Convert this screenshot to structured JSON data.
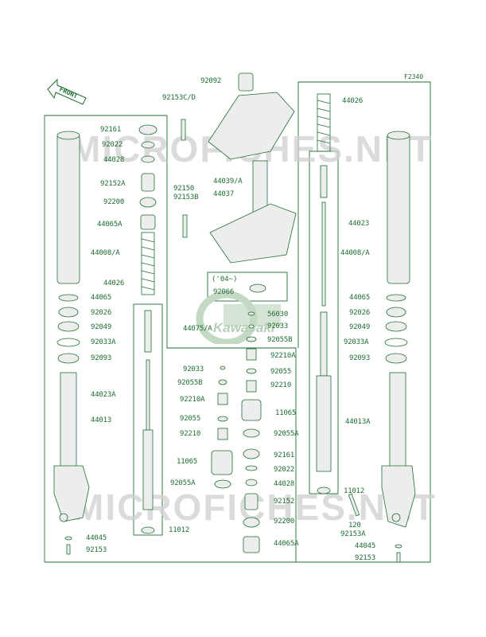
{
  "figure_id": "F2340",
  "front_arrow_label": "FRONT",
  "variant_label": "('04~)",
  "watermarks": [
    "MICROFICHES.NET",
    "MICROFICHES.NET"
  ],
  "logo_text": "Kawasaki",
  "colors": {
    "line": "#1f6e34",
    "frame": "#5a8a63",
    "part": "#e8e8e8"
  },
  "labels": [
    {
      "id": "l1",
      "text": "92092"
    },
    {
      "id": "l2",
      "text": "92153C/D"
    },
    {
      "id": "l3",
      "text": "44039/A"
    },
    {
      "id": "l4",
      "text": "44037"
    },
    {
      "id": "l5",
      "text": "92150"
    },
    {
      "id": "l6",
      "text": "92153B"
    },
    {
      "id": "l7",
      "text": "92066"
    },
    {
      "id": "l8",
      "text": "44026"
    },
    {
      "id": "l9",
      "text": "44023"
    },
    {
      "id": "l10",
      "text": "44008/A"
    },
    {
      "id": "l11",
      "text": "44065"
    },
    {
      "id": "l12",
      "text": "92026"
    },
    {
      "id": "l13",
      "text": "92049"
    },
    {
      "id": "l14",
      "text": "92033A"
    },
    {
      "id": "l15",
      "text": "92093"
    },
    {
      "id": "l16",
      "text": "44013A"
    },
    {
      "id": "l17",
      "text": "11012"
    },
    {
      "id": "l18",
      "text": "120"
    },
    {
      "id": "l19",
      "text": "92153A"
    },
    {
      "id": "l20",
      "text": "44045"
    },
    {
      "id": "l21",
      "text": "92153"
    },
    {
      "id": "l22",
      "text": "92161"
    },
    {
      "id": "l23",
      "text": "92022"
    },
    {
      "id": "l24",
      "text": "44028"
    },
    {
      "id": "l25",
      "text": "92152A"
    },
    {
      "id": "l26",
      "text": "92200"
    },
    {
      "id": "l27",
      "text": "44065A"
    },
    {
      "id": "l28",
      "text": "44008/A"
    },
    {
      "id": "l29",
      "text": "44026"
    },
    {
      "id": "l30",
      "text": "44065"
    },
    {
      "id": "l31",
      "text": "92026"
    },
    {
      "id": "l32",
      "text": "92049"
    },
    {
      "id": "l33",
      "text": "92033A"
    },
    {
      "id": "l34",
      "text": "92093"
    },
    {
      "id": "l35",
      "text": "44023A"
    },
    {
      "id": "l36",
      "text": "44013"
    },
    {
      "id": "l37",
      "text": "44045"
    },
    {
      "id": "l38",
      "text": "92153"
    },
    {
      "id": "l39",
      "text": "11012"
    },
    {
      "id": "l40",
      "text": "56030"
    },
    {
      "id": "l41",
      "text": "92033"
    },
    {
      "id": "l42",
      "text": "92055B"
    },
    {
      "id": "l43",
      "text": "44075/A"
    },
    {
      "id": "l44",
      "text": "92210A"
    },
    {
      "id": "l45",
      "text": "92055"
    },
    {
      "id": "l46",
      "text": "92210"
    },
    {
      "id": "l47",
      "text": "11065"
    },
    {
      "id": "l48",
      "text": "92055A"
    },
    {
      "id": "l49",
      "text": "92161"
    },
    {
      "id": "l50",
      "text": "92022"
    },
    {
      "id": "l51",
      "text": "44028"
    },
    {
      "id": "l52",
      "text": "92152"
    },
    {
      "id": "l53",
      "text": "92200"
    },
    {
      "id": "l54",
      "text": "44065A"
    },
    {
      "id": "l55",
      "text": "92033"
    },
    {
      "id": "l56",
      "text": "92055B"
    },
    {
      "id": "l57",
      "text": "92210A"
    },
    {
      "id": "l58",
      "text": "92055"
    },
    {
      "id": "l59",
      "text": "92210"
    },
    {
      "id": "l60",
      "text": "11065"
    },
    {
      "id": "l61",
      "text": "92055A"
    }
  ]
}
